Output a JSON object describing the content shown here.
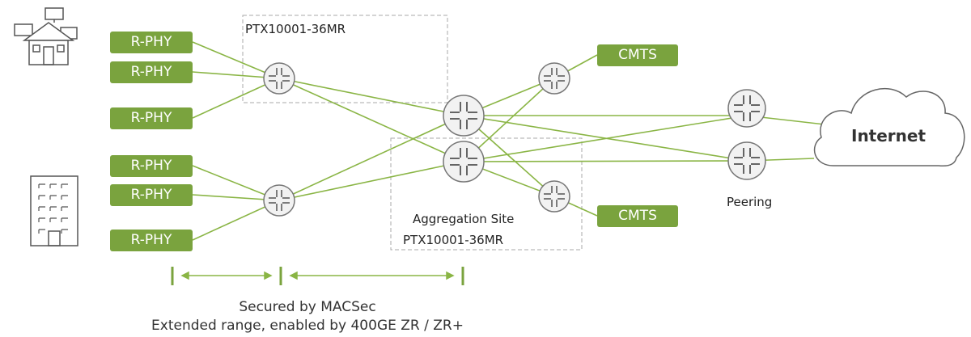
{
  "rphy_nodes": [
    "R-PHY",
    "R-PHY",
    "R-PHY",
    "R-PHY",
    "R-PHY",
    "R-PHY"
  ],
  "cmts_nodes": [
    "CMTS",
    "CMTS"
  ],
  "labels": {
    "top_box": "PTX10001-36MR",
    "aggregation_site": "Aggregation Site",
    "aggregation_box": "PTX10001-36MR",
    "peering": "Peering",
    "internet": "Internet"
  },
  "captions": {
    "line1": "Secured by MACSec",
    "line2": "Extended range, enabled by 400GE ZR / ZR+"
  },
  "colors": {
    "accent_green": "#7aa33e",
    "line_green": "#8ab545",
    "router_fill": "#f2f2f2",
    "router_stroke": "#777777",
    "dashed_box": "#aaaaaa"
  },
  "icons": [
    "house-icon",
    "office-building-icon",
    "router-icon",
    "cloud-icon"
  ]
}
